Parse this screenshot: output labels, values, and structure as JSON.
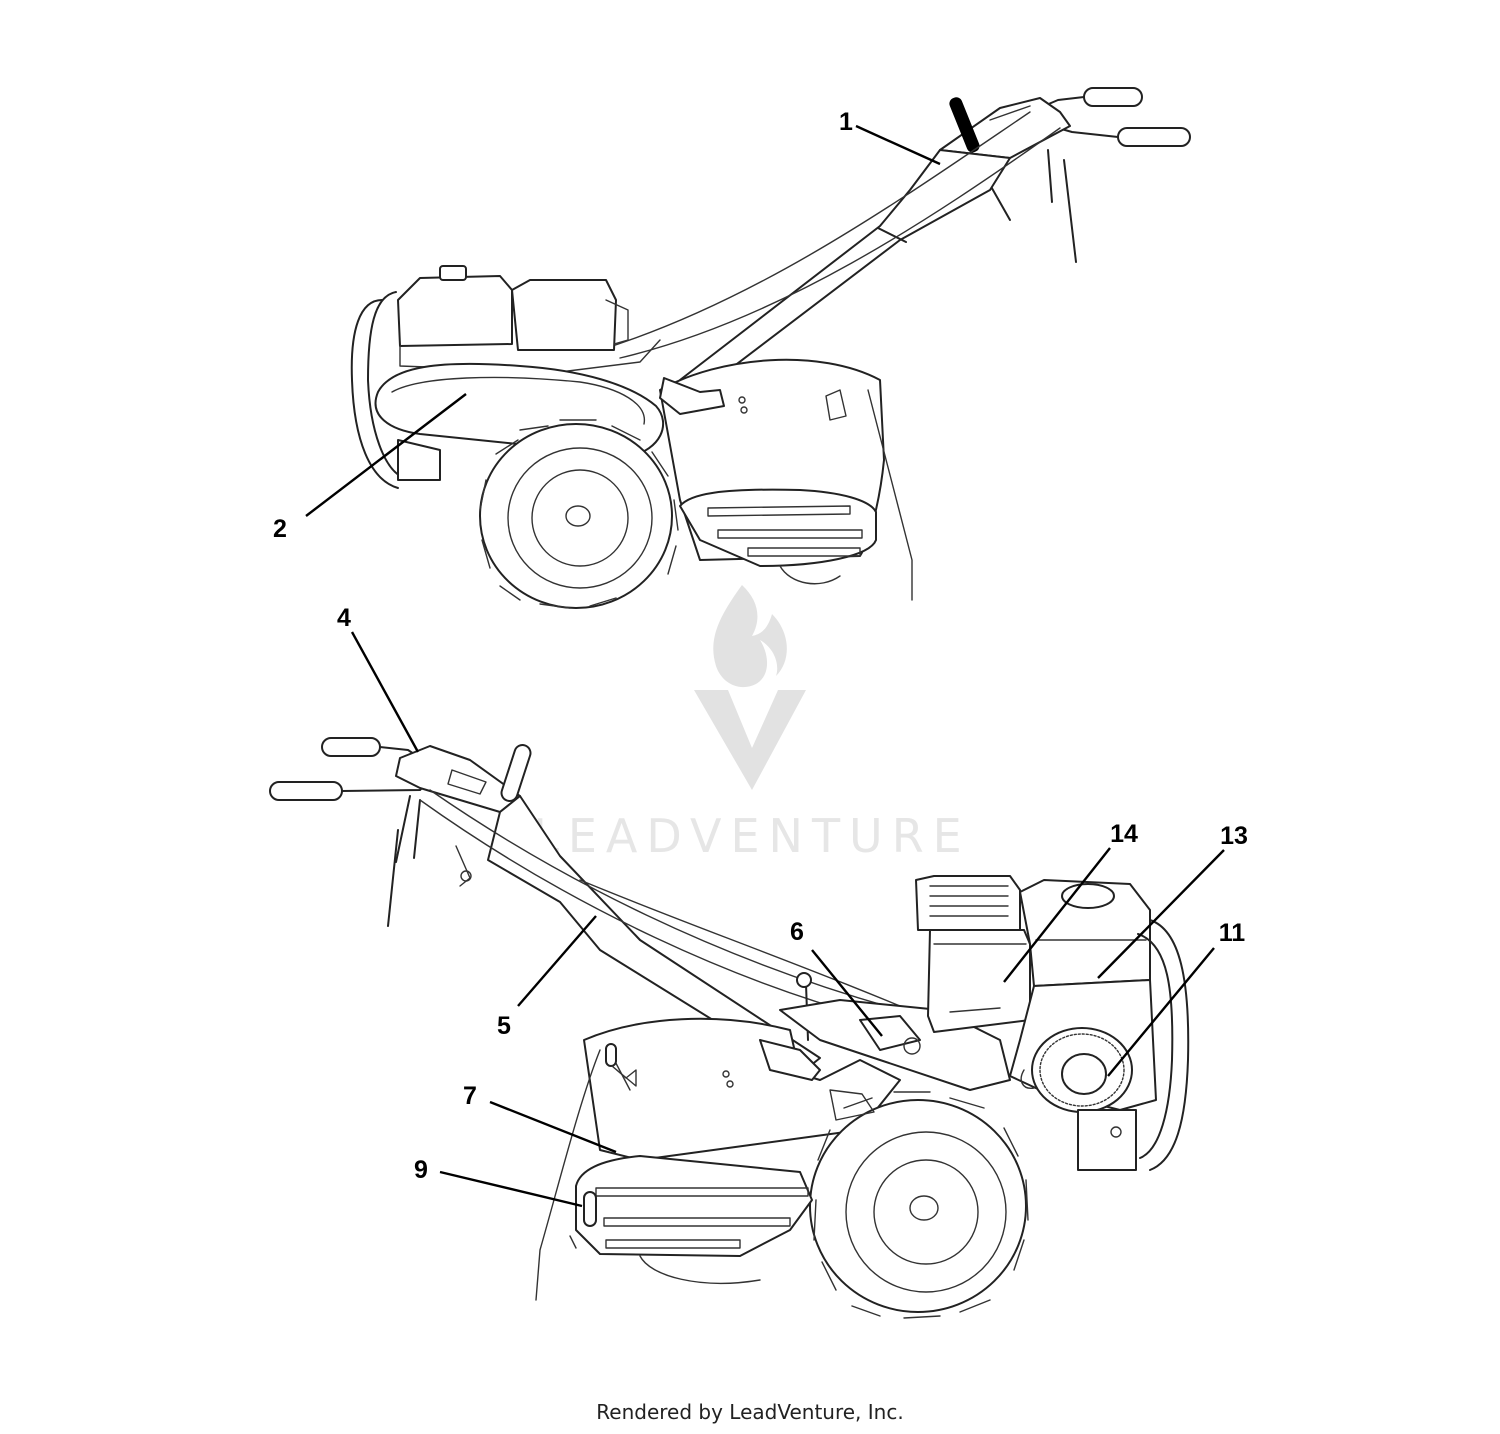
{
  "callouts": {
    "c1": "1",
    "c2": "2",
    "c4": "4",
    "c5": "5",
    "c6": "6",
    "c7": "7",
    "c9": "9",
    "c11": "11",
    "c13": "13",
    "c14": "14"
  },
  "watermark": {
    "text": "LEADVENTURE"
  },
  "footer": {
    "text": "Rendered by LeadVenture, Inc."
  }
}
